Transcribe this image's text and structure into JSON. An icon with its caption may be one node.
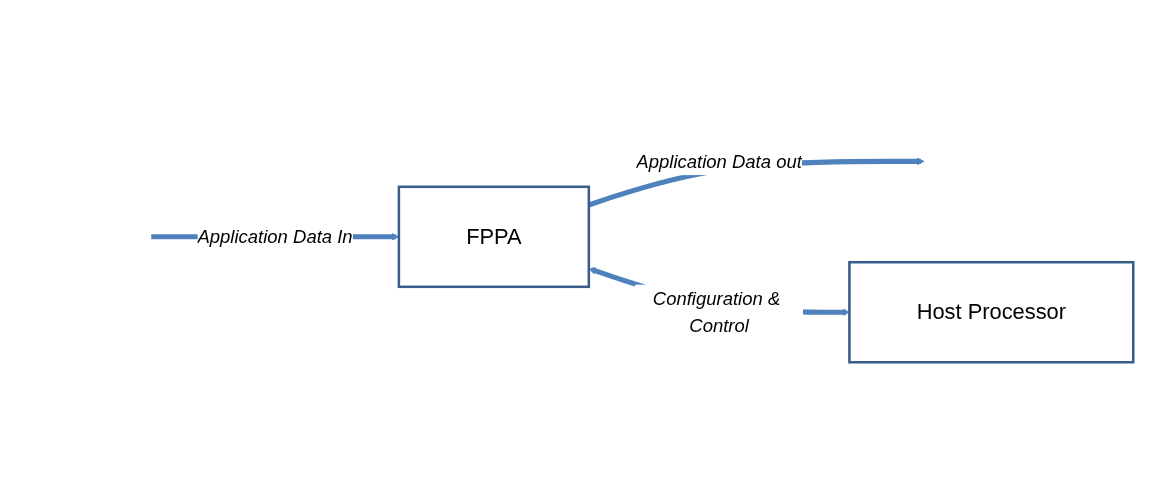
{
  "diagram": {
    "nodes": [
      {
        "text": [
          "FPPA"
        ]
      },
      {
        "text": [
          "Host Processor"
        ]
      }
    ],
    "edges": [
      {
        "from": null,
        "to": 0,
        "arrow": "to",
        "label": "Application Data In"
      },
      {
        "from": 0,
        "to": null,
        "arrow": "to",
        "label": "Application Data out"
      },
      {
        "from": 0,
        "to": 1,
        "arrow": "both",
        "label": "Configuration & Control"
      }
    ]
  }
}
